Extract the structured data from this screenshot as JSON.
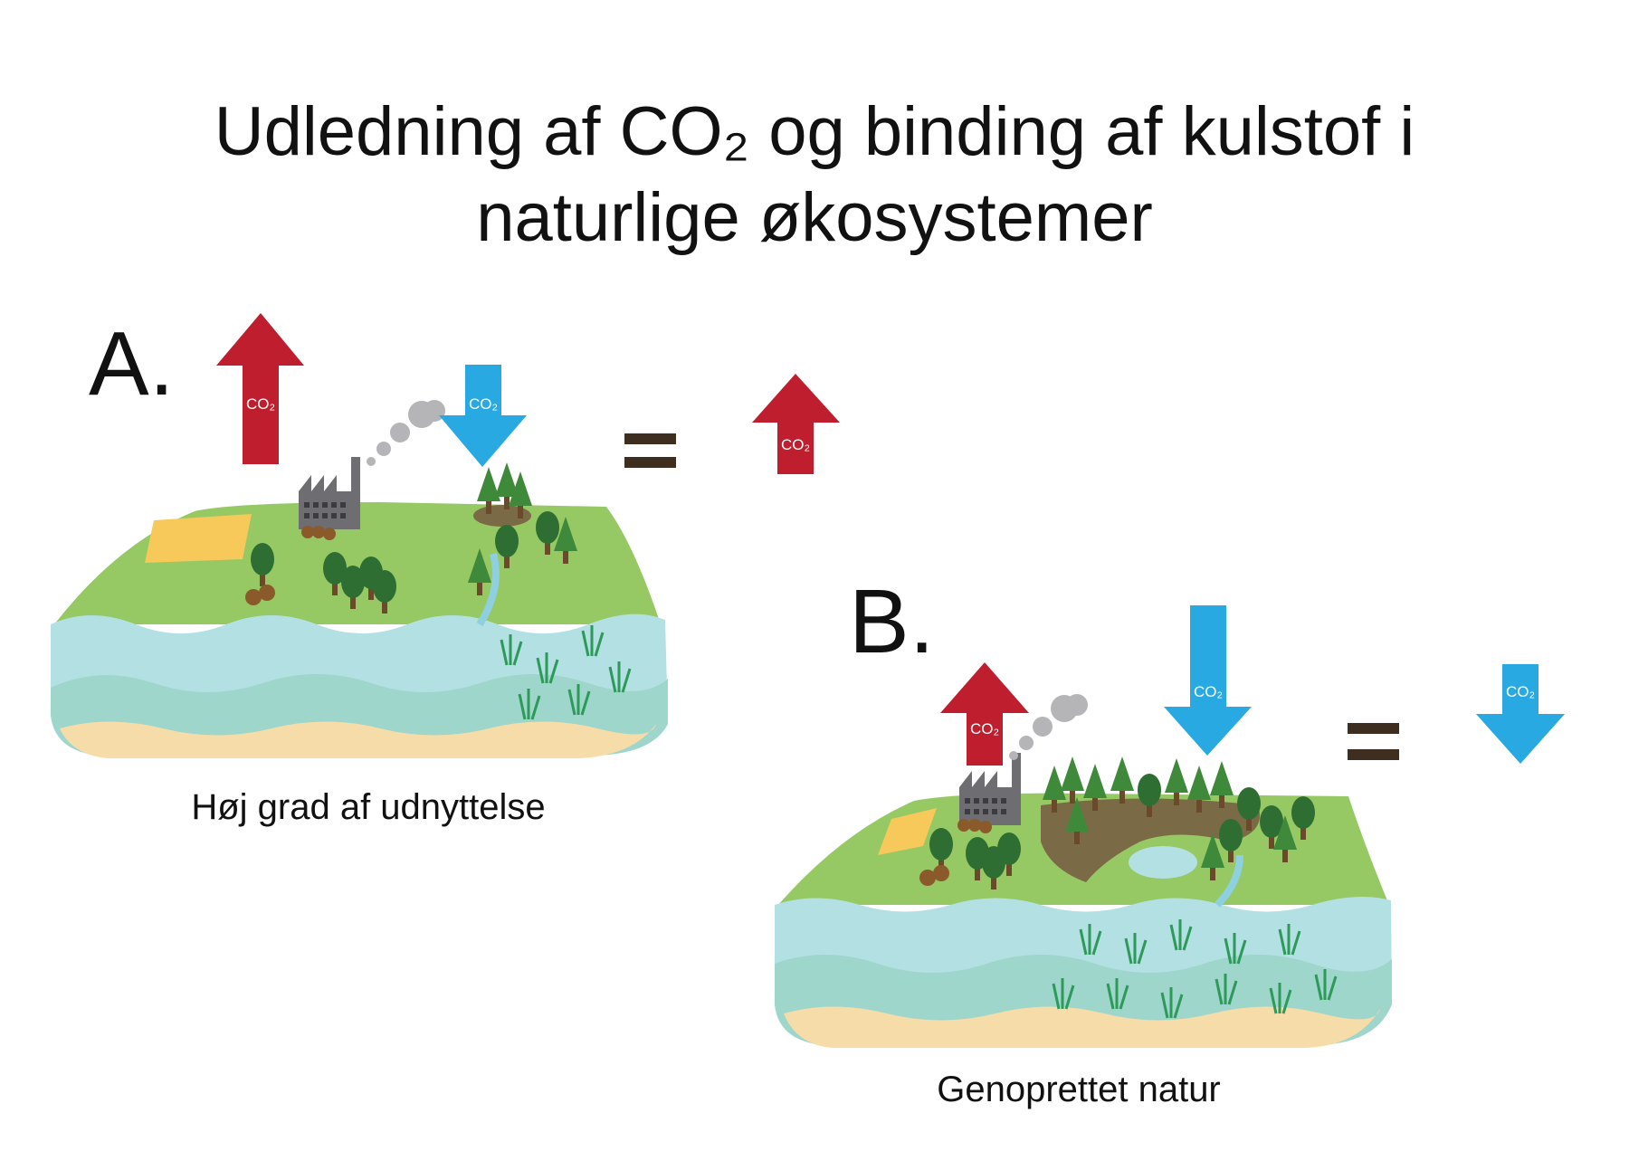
{
  "title": {
    "line1": "Udledning af CO₂ og binding af kulstof i",
    "line2": "naturlige økosystemer"
  },
  "panel_a": {
    "label": "A.",
    "caption": "Høj grad af udnyttelse",
    "emission_arrow": "CO₂",
    "uptake_arrow": "CO₂",
    "equals": "=",
    "result_arrow": "CO₂"
  },
  "panel_b": {
    "label": "B.",
    "caption": "Genoprettet natur",
    "emission_arrow": "CO₂",
    "uptake_arrow": "CO₂",
    "equals": "=",
    "result_arrow": "CO₂"
  },
  "colors": {
    "emission": "#be1e2d",
    "uptake": "#29a9e1",
    "grass": "#96c864",
    "water_light": "#b3e0e3",
    "water_deep": "#9ed6cb",
    "sand": "#f5dca8",
    "equals": "#3d2e20"
  }
}
